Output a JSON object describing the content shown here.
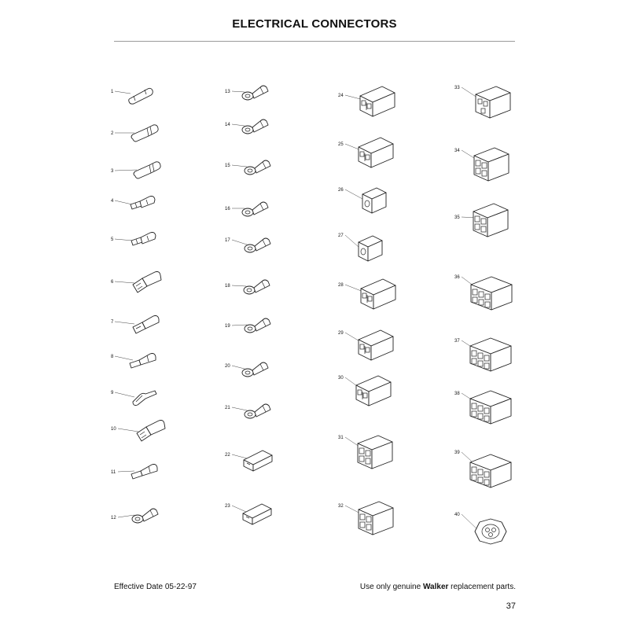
{
  "header": {
    "title": "ELECTRICAL CONNECTORS"
  },
  "footer": {
    "effective_date": "Effective Date 05-22-97",
    "disclaimer_prefix": "Use only genuine ",
    "brand": "Walker",
    "disclaimer_suffix": " replacement parts.",
    "page_number": "37"
  },
  "items": [
    {
      "num": "1",
      "kind": "fuse-terminal"
    },
    {
      "num": "2",
      "kind": "bullet-terminal"
    },
    {
      "num": "3",
      "kind": "bullet-terminal"
    },
    {
      "num": "4",
      "kind": "piggyback-terminal"
    },
    {
      "num": "5",
      "kind": "piggyback-terminal"
    },
    {
      "num": "6",
      "kind": "female-spade-insulated"
    },
    {
      "num": "7",
      "kind": "female-spade-terminal"
    },
    {
      "num": "8",
      "kind": "male-spade-terminal"
    },
    {
      "num": "9",
      "kind": "hook-terminal"
    },
    {
      "num": "10",
      "kind": "female-spade-insulated"
    },
    {
      "num": "11",
      "kind": "male-spade-terminal"
    },
    {
      "num": "12",
      "kind": "ring-terminal"
    },
    {
      "num": "13",
      "kind": "ring-terminal"
    },
    {
      "num": "14",
      "kind": "ring-terminal"
    },
    {
      "num": "15",
      "kind": "ring-terminal"
    },
    {
      "num": "16",
      "kind": "ring-terminal"
    },
    {
      "num": "17",
      "kind": "ring-terminal"
    },
    {
      "num": "18",
      "kind": "ring-terminal"
    },
    {
      "num": "19",
      "kind": "ring-terminal"
    },
    {
      "num": "20",
      "kind": "ring-terminal"
    },
    {
      "num": "21",
      "kind": "ring-terminal"
    },
    {
      "num": "22",
      "kind": "single-housing"
    },
    {
      "num": "23",
      "kind": "single-housing"
    },
    {
      "num": "24",
      "kind": "two-way-connector"
    },
    {
      "num": "25",
      "kind": "two-way-connector"
    },
    {
      "num": "26",
      "kind": "one-way-connector"
    },
    {
      "num": "27",
      "kind": "one-way-connector"
    },
    {
      "num": "28",
      "kind": "two-way-connector"
    },
    {
      "num": "29",
      "kind": "two-way-connector"
    },
    {
      "num": "30",
      "kind": "two-way-connector"
    },
    {
      "num": "31",
      "kind": "four-way-connector"
    },
    {
      "num": "32",
      "kind": "four-way-connector"
    },
    {
      "num": "33",
      "kind": "three-way-connector"
    },
    {
      "num": "34",
      "kind": "four-way-connector"
    },
    {
      "num": "35",
      "kind": "four-way-connector"
    },
    {
      "num": "36",
      "kind": "six-way-connector"
    },
    {
      "num": "37",
      "kind": "six-way-connector"
    },
    {
      "num": "38",
      "kind": "six-way-connector"
    },
    {
      "num": "39",
      "kind": "six-way-connector"
    },
    {
      "num": "40",
      "kind": "round-connector"
    }
  ]
}
